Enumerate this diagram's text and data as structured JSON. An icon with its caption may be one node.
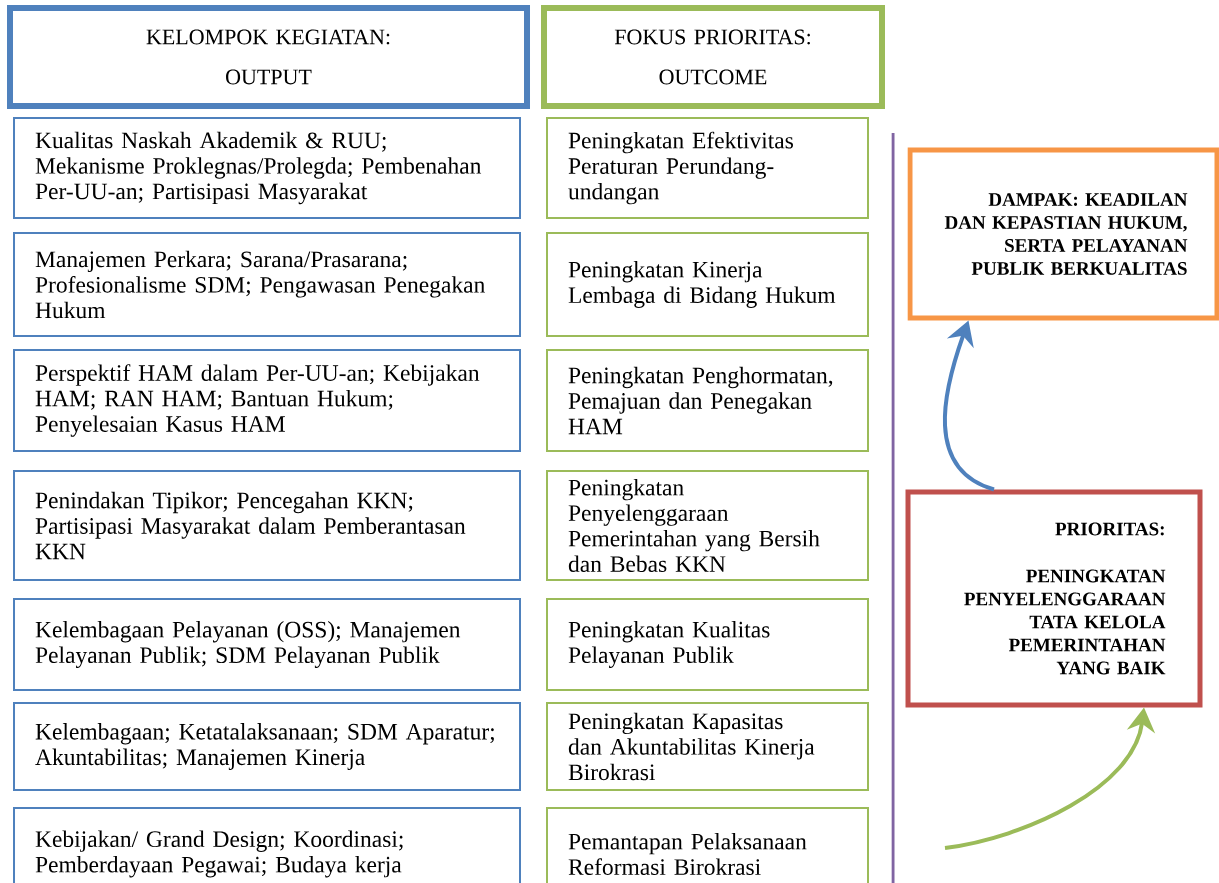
{
  "diagram": {
    "nodes": [
      {
        "text": [
          "KELOMPOK KEGIATAN:",
          "OUTPUT"
        ]
      },
      {
        "text": [
          "FOKUS PRIORITAS:",
          "OUTCOME"
        ]
      },
      {
        "text": [
          "Kualitas Naskah Akademik & RUU; Mekanisme Proklegnas/Prolegda; Pembenahan Per-UU-an; Partisipasi Masyarakat"
        ]
      },
      {
        "text": [
          "Peningkatan Efektivitas Peraturan Perundang-undangan"
        ]
      },
      {
        "text": [
          "Manajemen Perkara; Sarana/Prasarana; Profesionalisme SDM; Pengawasan Penegakan Hukum"
        ]
      },
      {
        "text": [
          "Peningkatan Kinerja Lembaga di Bidang Hukum"
        ]
      },
      {
        "text": [
          "Perspektif HAM dalam Per-UU-an; Kebijakan HAM; RAN HAM; Bantuan Hukum; Penyelesaian Kasus HAM"
        ]
      },
      {
        "text": [
          "Peningkatan Penghormatan, Pemajuan dan Penegakan HAM"
        ]
      },
      {
        "text": [
          "Penindakan Tipikor; Pencegahan KKN; Partisipasi Masyarakat dalam Pemberantasan KKN"
        ]
      },
      {
        "text": [
          "Peningkatan Penyelenggaraan Pemerintahan yang Bersih dan Bebas KKN"
        ]
      },
      {
        "text": [
          "Kelembagaan Pelayanan (OSS); Manajemen Pelayanan Publik; SDM Pelayanan Publik"
        ]
      },
      {
        "text": [
          "Peningkatan Kualitas Pelayanan Publik"
        ]
      },
      {
        "text": [
          "Kelembagaan; Ketatalaksanaan; SDM Aparatur; Akuntabilitas; Manajemen Kinerja"
        ]
      },
      {
        "text": [
          "Peningkatan Kapasitas dan Akuntabilitas Kinerja Birokrasi"
        ]
      },
      {
        "text": [
          "Kebijakan/ Grand Design; Koordinasi; Pemberdayaan Pegawai; Budaya kerja"
        ]
      },
      {
        "text": [
          "Pemantapan Pelaksanaan Reformasi Birokrasi"
        ]
      },
      {
        "text": [
          "DAMPAK: KEADILAN DAN KEPASTIAN HUKUM, SERTA PELAYANAN PUBLIK BERKUALITAS"
        ]
      },
      {
        "text": [
          "PRIORITAS:",
          "PENINGKATAN PENYELENGGARAAN TATA KELOLA PEMERINTAHAN YANG BAIK"
        ]
      }
    ],
    "edges": [
      {
        "from": 17,
        "to": 16,
        "arrow": "to",
        "color": "#4f81bd"
      },
      {
        "from": null,
        "to": 17,
        "arrow": "to",
        "color": "#9bbb59"
      }
    ]
  }
}
